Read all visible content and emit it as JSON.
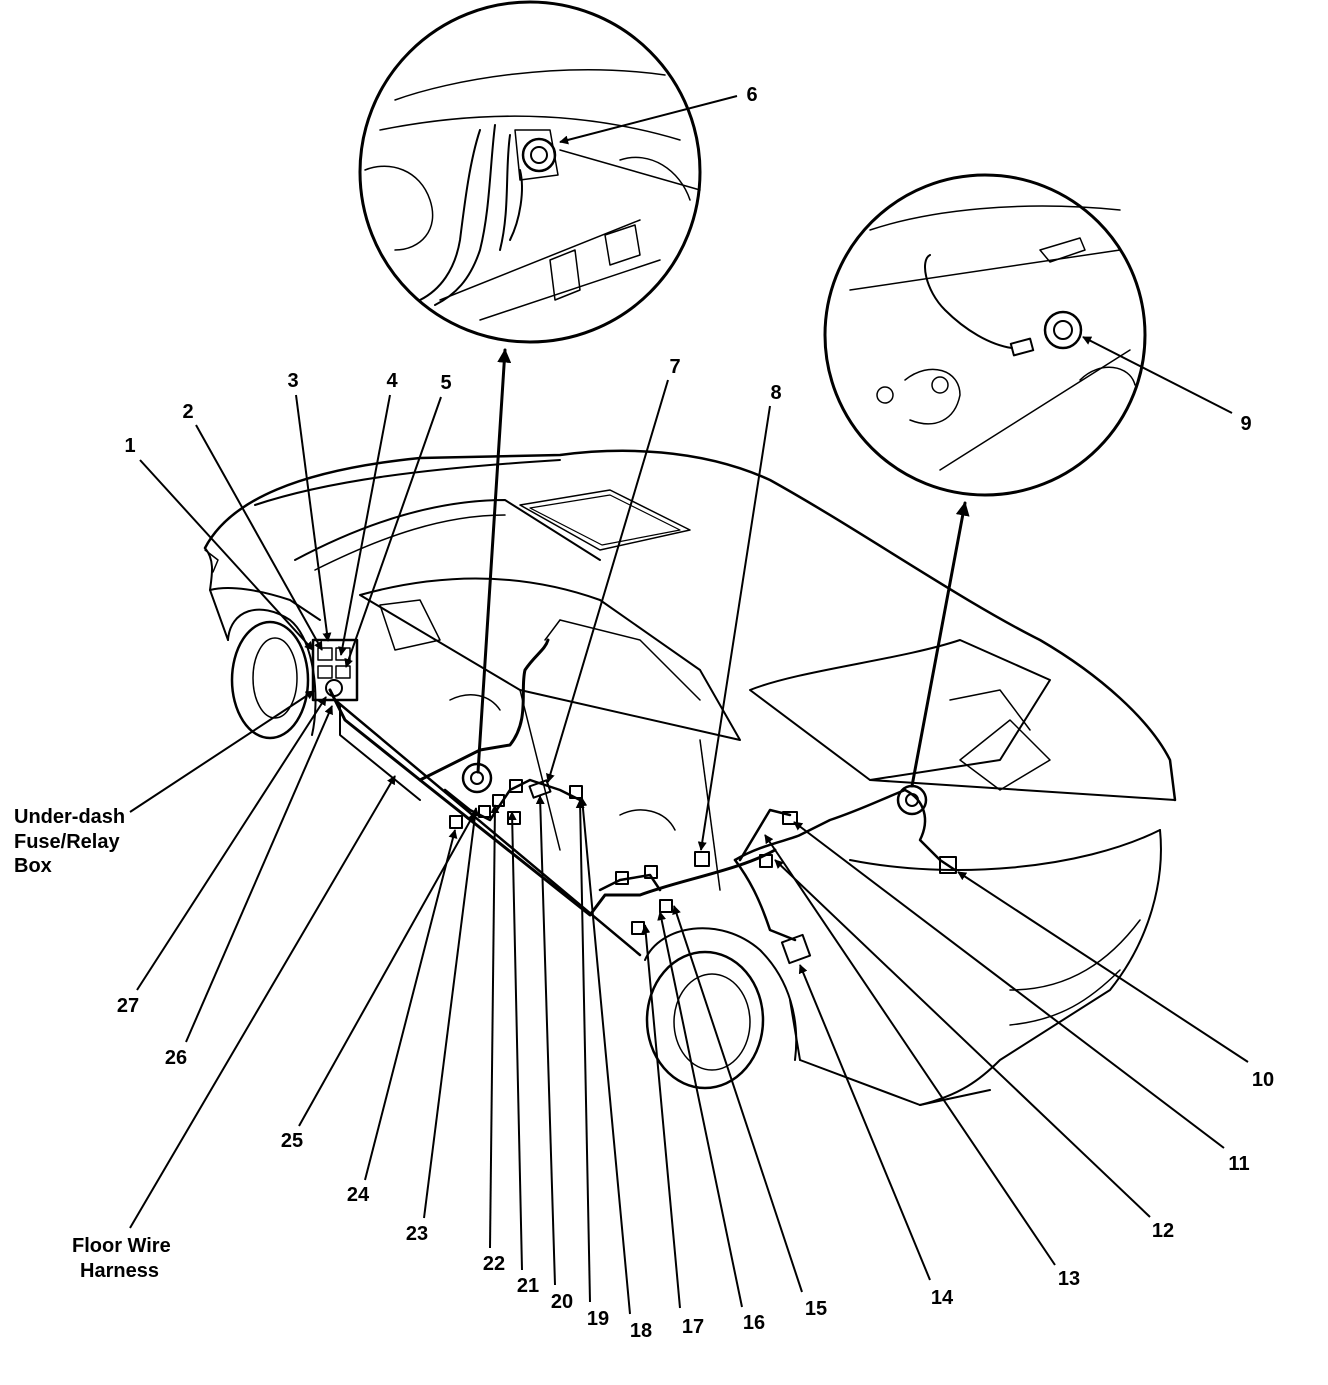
{
  "callouts": [
    "1",
    "2",
    "3",
    "4",
    "5",
    "6",
    "7",
    "8",
    "9",
    "10",
    "11",
    "12",
    "13",
    "14",
    "15",
    "16",
    "17",
    "18",
    "19",
    "20",
    "21",
    "22",
    "23",
    "24",
    "25",
    "26",
    "27"
  ],
  "labels": {
    "under_dash": [
      "Under-dash",
      "Fuse/Relay",
      "Box"
    ],
    "floor_harness": [
      "Floor Wire",
      "Harness"
    ]
  }
}
